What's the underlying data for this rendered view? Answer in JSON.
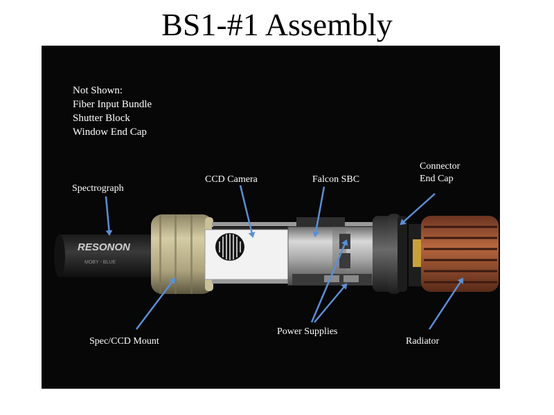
{
  "title": "BS1-#1 Assembly",
  "not_shown": {
    "heading": "Not Shown:",
    "items": [
      "Fiber Input Bundle",
      "Shutter Block",
      "Window End Cap"
    ]
  },
  "labels": {
    "spectrograph": "Spectrograph",
    "ccd_camera": "CCD Camera",
    "falcon_sbc": "Falcon SBC",
    "connector_line1": "Connector",
    "connector_line2": "End Cap",
    "spec_ccd_mount": "Spec/CCD Mount",
    "power_supplies": "Power Supplies",
    "radiator": "Radiator"
  },
  "product_marks": {
    "brand": "RESONON",
    "model": "MOBY - BLUE"
  },
  "colors": {
    "background": "#070707",
    "label_text": "#ffffff",
    "arrow": "#5b8fd6",
    "mount": "#b9b08a",
    "radiator": "#a65a3a",
    "metal": "#b8b8b8"
  }
}
